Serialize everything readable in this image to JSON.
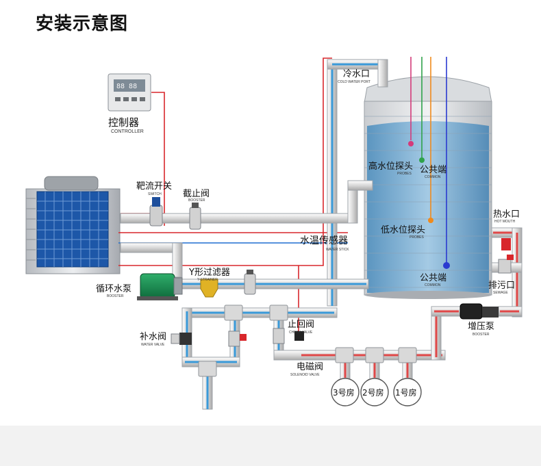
{
  "title": "安装示意图",
  "labels": {
    "controller": {
      "zh": "控制器",
      "en": "CONTROLLER"
    },
    "switch": {
      "zh": "靶流开关",
      "en": "SWITCH"
    },
    "stop_valve": {
      "zh": "截止阀",
      "en": "BOOSTER"
    },
    "cold_water": {
      "zh": "冷水口",
      "en": "COLD WATER PORT"
    },
    "high_probe": {
      "zh": "高水位探头",
      "en": "PROBES"
    },
    "common_top": {
      "zh": "公共端",
      "en": "COMMON"
    },
    "low_probe": {
      "zh": "低水位探头",
      "en": "PROBES"
    },
    "common_bottom": {
      "zh": "公共端",
      "en": "COMMON"
    },
    "water_sensor": {
      "zh": "水温传感器",
      "en": "WATER STICK"
    },
    "hot_water": {
      "zh": "热水口",
      "en": "HOT MOUTH"
    },
    "sewage": {
      "zh": "排污口",
      "en": "SEWAGE"
    },
    "y_strainer": {
      "zh": "Y形过滤器",
      "en": "Y-STRAINER"
    },
    "circ_pump": {
      "zh": "循环水泵",
      "en": "BOOSTER"
    },
    "check_valve": {
      "zh": "止回阀",
      "en": "CHECK VALVE"
    },
    "supply_valve": {
      "zh": "补水阀",
      "en": "WATER VALVE"
    },
    "solenoid": {
      "zh": "电磁阀",
      "en": "SOLENOID VALVE"
    },
    "booster_pump": {
      "zh": "增压泵",
      "en": "BOOSTER"
    }
  },
  "rooms": [
    "3号房",
    "2号房",
    "1号房"
  ],
  "colors": {
    "cold_pipe": "#3a9ad9",
    "hot_pipe": "#e04848",
    "pipe_body": "#e6e6e6",
    "tank_water": "#6fa9cf",
    "probe_high": "#d43a7a",
    "probe_common1": "#2ea24a",
    "probe_low": "#f08a1c",
    "probe_common2": "#2a3ad0",
    "signal_red": "#d8262b",
    "signal_blue": "#1f6fd0"
  },
  "icons": {
    "heat_pump": "heat-pump-unit-icon",
    "controller": "controller-panel-icon",
    "pump": "water-pump-icon",
    "valve": "valve-icon",
    "tank": "water-tank-icon"
  }
}
